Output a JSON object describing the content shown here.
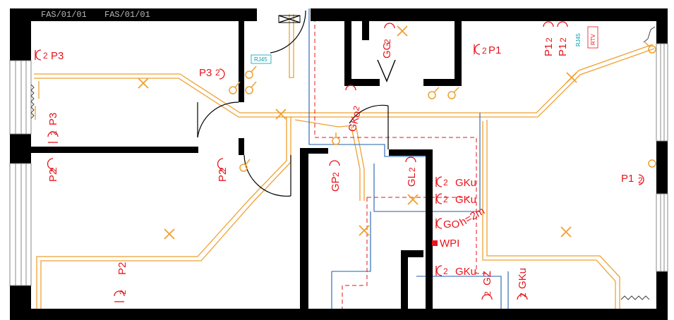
{
  "sheet_labels": [
    "FAS/01/01",
    "FAS/01/01"
  ],
  "outlet_labels": {
    "p3_top": "P3",
    "p3_mid": "P3",
    "p3_left": "P3",
    "p22_left": "P2",
    "p22_mid": "P2",
    "p2_bottom": "P2",
    "p1_top": "P1",
    "p1_a": "P1",
    "p1_b": "P1",
    "p1_right": "P1",
    "gg2": "GG",
    "gko2": "GKo",
    "gp2": "GP",
    "gl2": "GL",
    "gku_1": "GKu",
    "gku_2": "GKu",
    "go": "GO",
    "h2m": "h=2m",
    "wpi": "WPI",
    "gku_3": "GKu",
    "gz": "GZ",
    "gku_4": "GKu",
    "count_2": "2"
  },
  "small_tags": {
    "rj45_left": "RJ45",
    "rj45_right": "RJ45",
    "rtv": "RTV"
  },
  "colors": {
    "wall": "#000000",
    "cable": "#f0a030",
    "outlet": "#e8141b",
    "pipe": "#1f5fb0",
    "dash": "#e8141b",
    "data": "#00a0b0"
  }
}
